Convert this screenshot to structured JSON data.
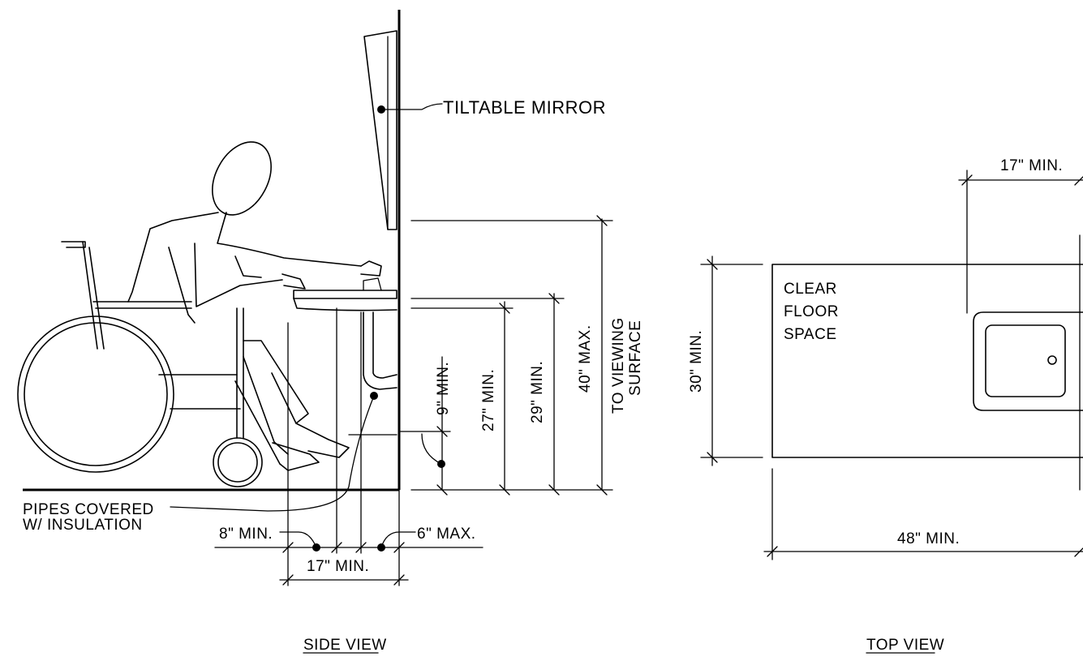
{
  "side_view": {
    "title": "SIDE VIEW",
    "labels": {
      "mirror": "TILTABLE MIRROR",
      "pipes_line1": "PIPES COVERED",
      "pipes_line2": "W/ INSULATION",
      "dim_8_min": "8\" MIN.",
      "dim_6_max": "6\" MAX.",
      "dim_17_min": "17\" MIN.",
      "dim_9_min": "9\" MIN.",
      "dim_27_min": "27\" MIN.",
      "dim_29_min": "29\" MIN.",
      "dim_40_max": "40\" MAX.",
      "dim_viewing_line1": "TO VIEWING",
      "dim_viewing_line2": "SURFACE"
    }
  },
  "top_view": {
    "title": "TOP VIEW",
    "labels": {
      "clear_line1": "CLEAR",
      "clear_line2": "FLOOR",
      "clear_line3": "SPACE",
      "dim_17_min": "17\" MIN.",
      "dim_30_min": "30\" MIN.",
      "dim_48_min": "48\" MIN."
    }
  }
}
